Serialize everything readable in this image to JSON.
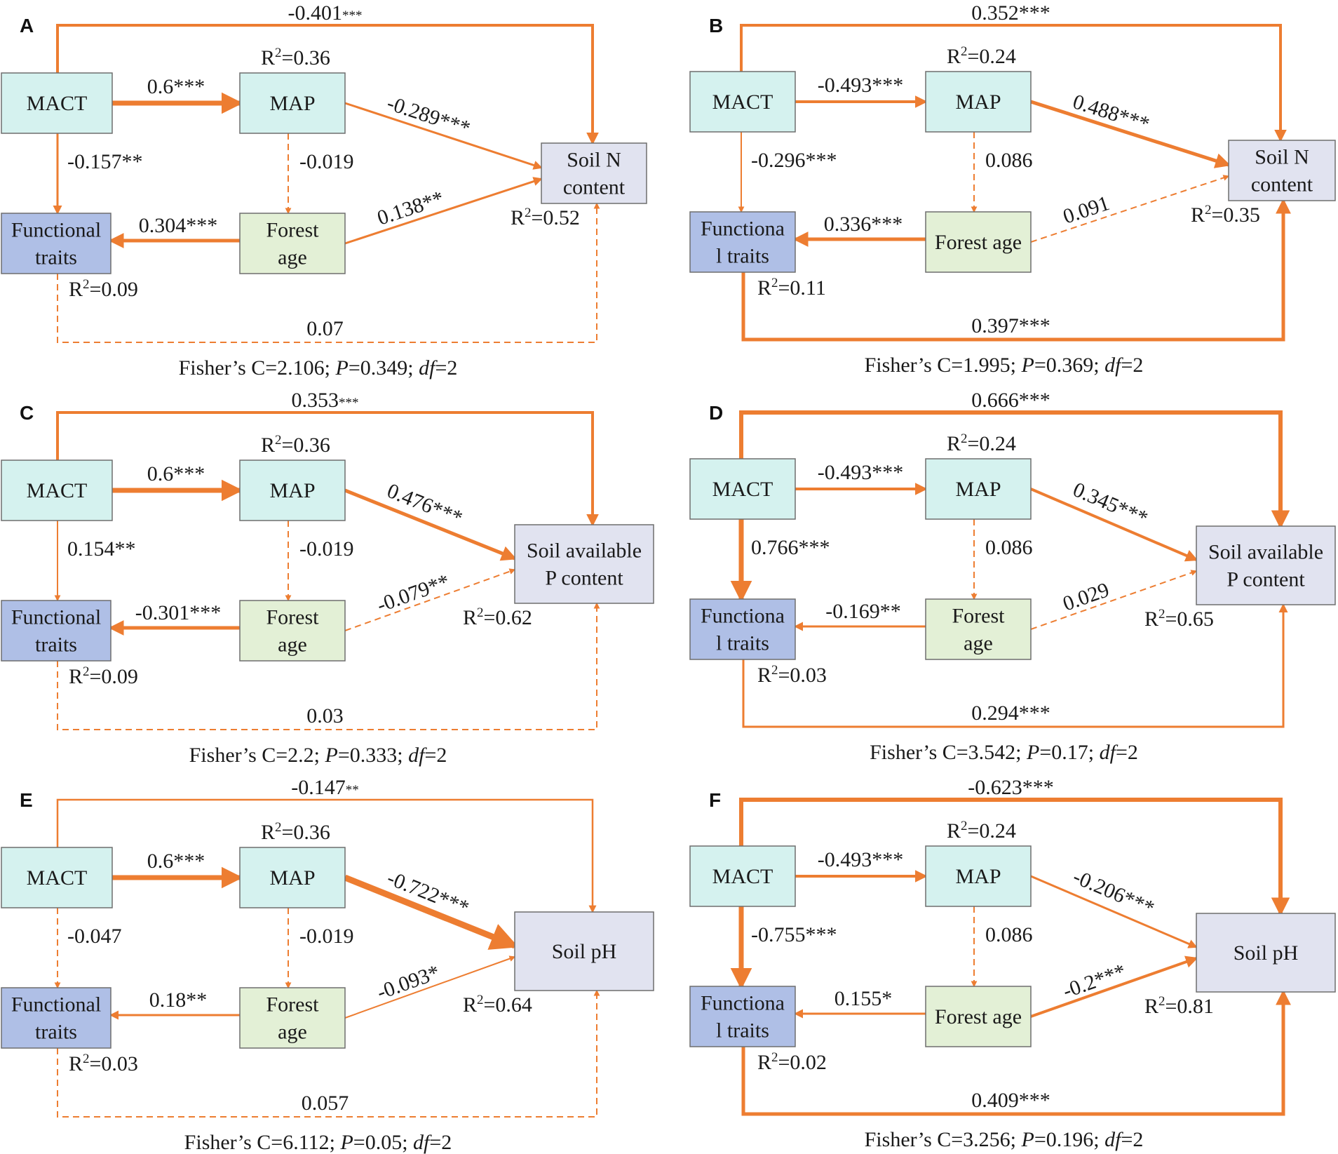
{
  "colors": {
    "arrow": "#ED7D31",
    "climate_box": "#D5F2EF",
    "traits_box": "#AFBFE6",
    "age_box": "#E3F0D6",
    "soil_box": "#E1E3F0",
    "box_border": "#6E6E6E"
  },
  "panels": [
    {
      "letter": "A",
      "boxes": {
        "mact": [
          "MACT"
        ],
        "map": [
          "MAP"
        ],
        "traits": [
          "Functional",
          "traits"
        ],
        "age": [
          "Forest",
          "age"
        ],
        "soil": [
          "Soil N",
          "content"
        ]
      },
      "r2": {
        "map": "0.36",
        "traits": "0.09",
        "soil": "0.52"
      },
      "coef": {
        "top": "-0.401",
        "top_sig": "***",
        "mact_map": "0.6***",
        "map_soil": "-0.289***",
        "mact_traits": "-0.157**",
        "map_age": "-0.019",
        "age_traits": "0.304***",
        "age_soil": "0.138**",
        "traits_soil": "0.07"
      },
      "fit": {
        "c": "2.106",
        "p": "0.349",
        "df": "2"
      }
    },
    {
      "letter": "B",
      "boxes": {
        "mact": [
          "MACT"
        ],
        "map": [
          "MAP"
        ],
        "traits": [
          "Functiona",
          "l traits"
        ],
        "age": [
          "Forest age"
        ],
        "soil": [
          "Soil N",
          "content"
        ]
      },
      "r2": {
        "map": "0.24",
        "traits": "0.11",
        "soil": "0.35"
      },
      "coef": {
        "top": "0.352***",
        "top_sig": "",
        "mact_map": "-0.493***",
        "map_soil": "0.488***",
        "mact_traits": "-0.296***",
        "map_age": "0.086",
        "age_traits": "0.336***",
        "age_soil": "0.091",
        "traits_soil": "0.397***"
      },
      "fit": {
        "c": "1.995",
        "p": "0.369",
        "df": "2"
      }
    },
    {
      "letter": "C",
      "boxes": {
        "mact": [
          "MACT"
        ],
        "map": [
          "MAP"
        ],
        "traits": [
          "Functional",
          "traits"
        ],
        "age": [
          "Forest",
          "age"
        ],
        "soil": [
          "Soil available",
          "P content"
        ]
      },
      "r2": {
        "map": "0.36",
        "traits": "0.09",
        "soil": "0.62"
      },
      "coef": {
        "top": "0.353",
        "top_sig": "***",
        "mact_map": "0.6***",
        "map_soil": "0.476***",
        "mact_traits": "0.154**",
        "map_age": "-0.019",
        "age_traits": "-0.301***",
        "age_soil": "-0.079**",
        "traits_soil": "0.03"
      },
      "fit": {
        "c": "2.2",
        "p": "0.333",
        "df": "2"
      }
    },
    {
      "letter": "D",
      "boxes": {
        "mact": [
          "MACT"
        ],
        "map": [
          "MAP"
        ],
        "traits": [
          "Functiona",
          "l traits"
        ],
        "age": [
          "Forest",
          "age"
        ],
        "soil": [
          "Soil available",
          "P content"
        ]
      },
      "r2": {
        "map": "0.24",
        "traits": "0.03",
        "soil": "0.65"
      },
      "coef": {
        "top": "0.666***",
        "top_sig": "",
        "mact_map": "-0.493***",
        "map_soil": "0.345***",
        "mact_traits": "0.766***",
        "map_age": "0.086",
        "age_traits": "-0.169**",
        "age_soil": "0.029",
        "traits_soil": "0.294***"
      },
      "fit": {
        "c": "3.542",
        "p": "0.17",
        "df": "2"
      }
    },
    {
      "letter": "E",
      "boxes": {
        "mact": [
          "MACT"
        ],
        "map": [
          "MAP"
        ],
        "traits": [
          "Functional",
          "traits"
        ],
        "age": [
          "Forest",
          "age"
        ],
        "soil": [
          "Soil pH"
        ]
      },
      "r2": {
        "map": "0.36",
        "traits": "0.03",
        "soil": "0.64"
      },
      "coef": {
        "top": "-0.147",
        "top_sig": "**",
        "mact_map": "0.6***",
        "map_soil": "-0.722***",
        "mact_traits": "-0.047",
        "map_age": "-0.019",
        "age_traits": "0.18**",
        "age_soil": "-0.093*",
        "traits_soil": "0.057"
      },
      "fit": {
        "c": "6.112",
        "p": "0.05",
        "df": "2"
      }
    },
    {
      "letter": "F",
      "boxes": {
        "mact": [
          "MACT"
        ],
        "map": [
          "MAP"
        ],
        "traits": [
          "Functiona",
          "l traits"
        ],
        "age": [
          "Forest age"
        ],
        "soil": [
          "Soil pH"
        ]
      },
      "r2": {
        "map": "0.24",
        "traits": "0.02",
        "soil": "0.81"
      },
      "coef": {
        "top": "-0.623***",
        "top_sig": "",
        "mact_map": "-0.493***",
        "map_soil": "-0.206***",
        "mact_traits": "-0.755***",
        "map_age": "0.086",
        "age_traits": "0.155*",
        "age_soil": "-0.2***",
        "traits_soil": "0.409***"
      },
      "fit": {
        "c": "3.256",
        "p": "0.196",
        "df": "2"
      }
    }
  ]
}
